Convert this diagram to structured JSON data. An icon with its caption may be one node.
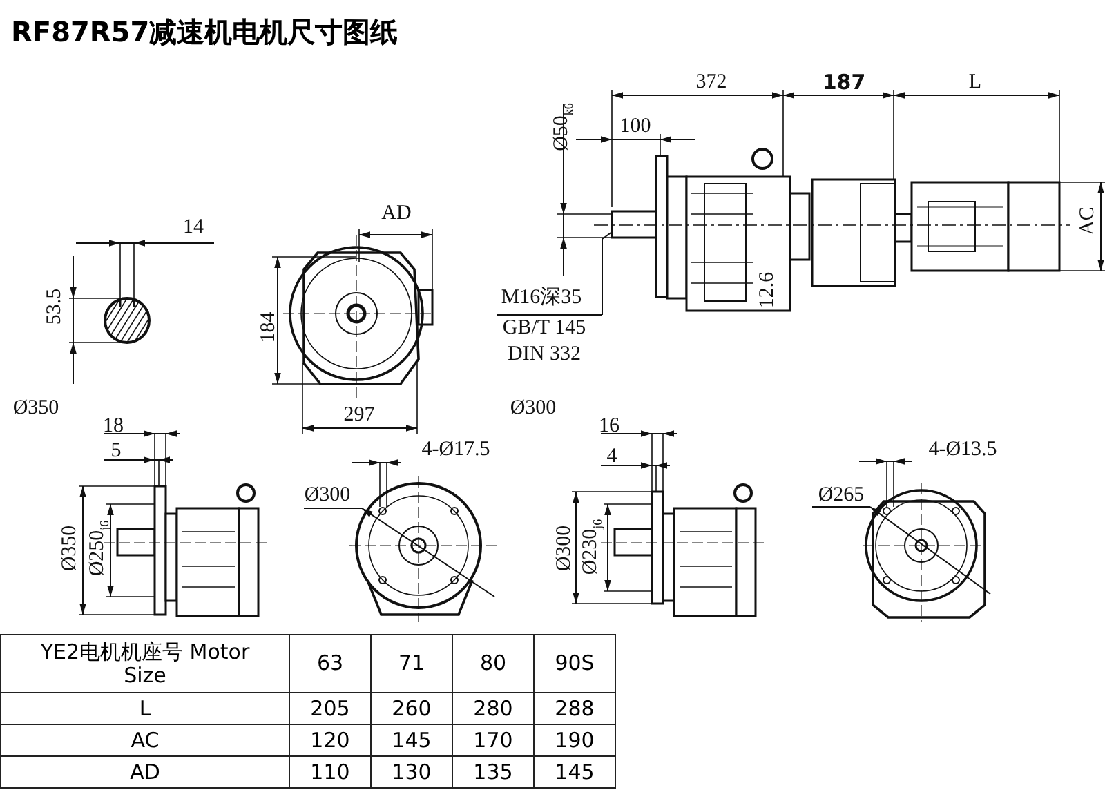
{
  "diagram": {
    "title": "RF87R57减速机电机尺寸图纸",
    "labels": [
      "372",
      "187",
      "L",
      "Ø50$_{k6}$",
      "100",
      "AD",
      "14",
      "AC",
      "M16深35",
      "GB/T 145",
      "DIN 332",
      "53.5",
      "184",
      "12.6",
      "Ø350",
      "297",
      "Ø300",
      "18",
      "16",
      "5",
      "4-Ø17.5",
      "4",
      "4-Ø13.5",
      "Ø300",
      "Ø265",
      "Ø350",
      "Ø250$_{j6}$",
      "Ø300",
      "Ø230$_{j6}$",
      "YE2电机机座号 Motor Size",
      "63",
      "71",
      "80",
      "90S",
      "L",
      "205",
      "260",
      "280",
      "288",
      "AC",
      "120",
      "145",
      "170",
      "190",
      "AD",
      "110",
      "130",
      "135",
      "145"
    ]
  }
}
